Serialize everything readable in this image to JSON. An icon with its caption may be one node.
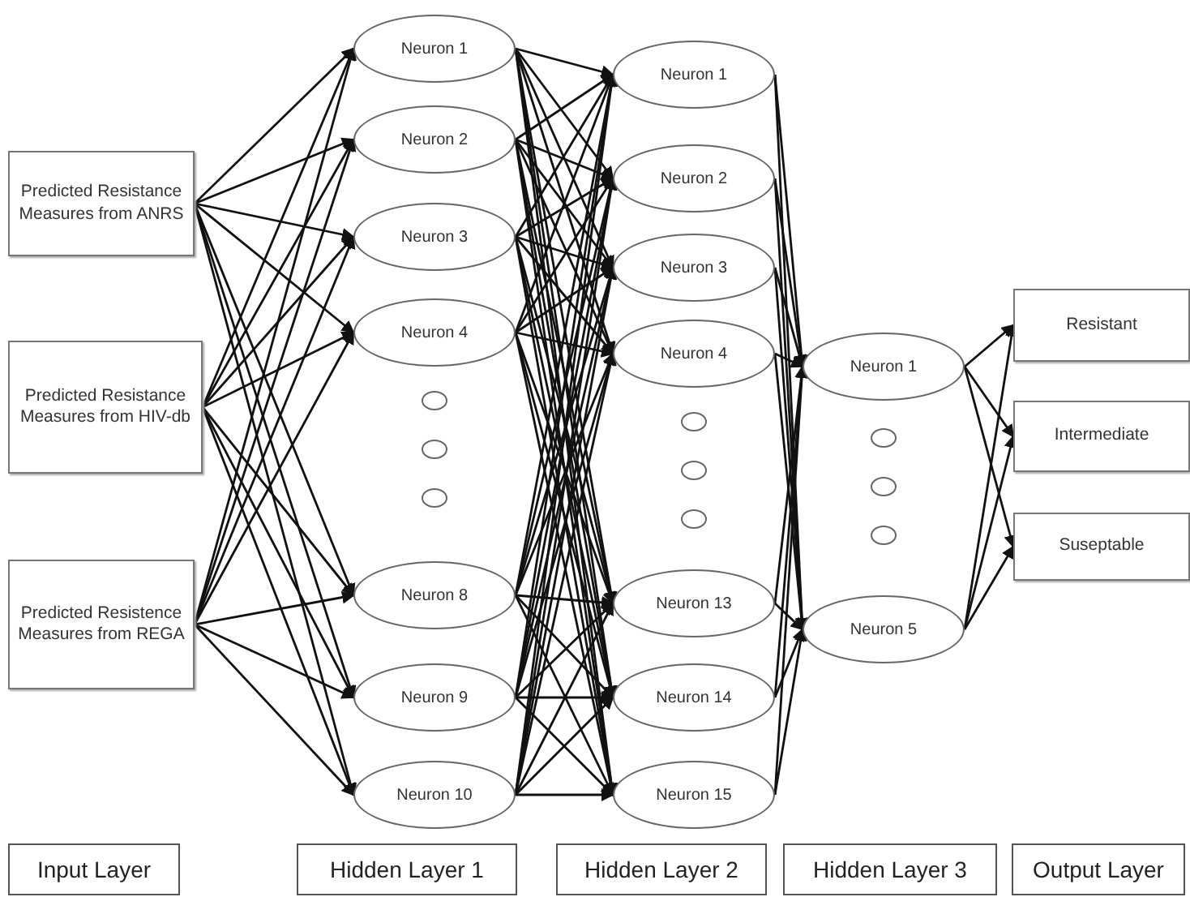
{
  "diagram": {
    "nodes": [
      {
        "text": [
          "Predicted Resistance Measures from ANRS"
        ]
      },
      {
        "text": [
          "Predicted Resistance Measures from HIV-db"
        ]
      },
      {
        "text": [
          "Predicted Resistence Measures from REGA"
        ]
      },
      {
        "text": [
          "Neuron 1"
        ]
      },
      {
        "text": [
          "Neuron 2"
        ]
      },
      {
        "text": [
          "Neuron 3"
        ]
      },
      {
        "text": [
          "Neuron 4"
        ]
      },
      {
        "text": [],
        "shape": "circle"
      },
      {
        "text": [],
        "shape": "circle"
      },
      {
        "text": [],
        "shape": "circle"
      },
      {
        "text": [
          "Neuron 8"
        ]
      },
      {
        "text": [
          "Neuron 9"
        ]
      },
      {
        "text": [
          "Neuron 10"
        ]
      },
      {
        "text": [
          "Neuron 1"
        ]
      },
      {
        "text": [
          "Neuron 2"
        ]
      },
      {
        "text": [
          "Neuron 3"
        ]
      },
      {
        "text": [
          "Neuron 4"
        ]
      },
      {
        "text": [],
        "shape": "circle"
      },
      {
        "text": [],
        "shape": "circle"
      },
      {
        "text": [],
        "shape": "circle"
      },
      {
        "text": [
          "Neuron 13"
        ]
      },
      {
        "text": [
          "Neuron 14"
        ]
      },
      {
        "text": [
          "Neuron 15"
        ]
      },
      {
        "text": [
          "Neuron 1"
        ]
      },
      {
        "text": [],
        "shape": "circle"
      },
      {
        "text": [],
        "shape": "circle"
      },
      {
        "text": [],
        "shape": "circle"
      },
      {
        "text": [
          "Neuron 5"
        ]
      },
      {
        "text": [
          "Resistant"
        ]
      },
      {
        "text": [
          "Intermediate"
        ]
      },
      {
        "text": [
          "Suseptable"
        ]
      },
      {
        "text": [
          "Input Layer"
        ]
      },
      {
        "text": [
          "Hidden Layer 1"
        ]
      },
      {
        "text": [
          "Hidden Layer 2"
        ]
      },
      {
        "text": [
          "Hidden Layer 3"
        ]
      },
      {
        "text": [
          "Output Layer"
        ]
      }
    ],
    "edges": [
      {
        "from": 0,
        "to": 3,
        "arrow": "to"
      },
      {
        "from": 0,
        "to": 4,
        "arrow": "to"
      },
      {
        "from": 0,
        "to": 5,
        "arrow": "to"
      },
      {
        "from": 0,
        "to": 6,
        "arrow": "to"
      },
      {
        "from": 0,
        "to": 10,
        "arrow": "to"
      },
      {
        "from": 0,
        "to": 11,
        "arrow": "to"
      },
      {
        "from": 0,
        "to": 12,
        "arrow": "to"
      },
      {
        "from": 1,
        "to": 3,
        "arrow": "to"
      },
      {
        "from": 1,
        "to": 4,
        "arrow": "to"
      },
      {
        "from": 1,
        "to": 5,
        "arrow": "to"
      },
      {
        "from": 1,
        "to": 6,
        "arrow": "to"
      },
      {
        "from": 1,
        "to": 10,
        "arrow": "to"
      },
      {
        "from": 1,
        "to": 11,
        "arrow": "to"
      },
      {
        "from": 1,
        "to": 12,
        "arrow": "to"
      },
      {
        "from": 2,
        "to": 3,
        "arrow": "to"
      },
      {
        "from": 2,
        "to": 4,
        "arrow": "to"
      },
      {
        "from": 2,
        "to": 5,
        "arrow": "to"
      },
      {
        "from": 2,
        "to": 6,
        "arrow": "to"
      },
      {
        "from": 2,
        "to": 10,
        "arrow": "to"
      },
      {
        "from": 2,
        "to": 11,
        "arrow": "to"
      },
      {
        "from": 2,
        "to": 12,
        "arrow": "to"
      },
      {
        "from": 3,
        "to": 13,
        "arrow": "to"
      },
      {
        "from": 3,
        "to": 14,
        "arrow": "to"
      },
      {
        "from": 3,
        "to": 15,
        "arrow": "to"
      },
      {
        "from": 3,
        "to": 16,
        "arrow": "to"
      },
      {
        "from": 3,
        "to": 20,
        "arrow": "to"
      },
      {
        "from": 3,
        "to": 21,
        "arrow": "to"
      },
      {
        "from": 3,
        "to": 22,
        "arrow": "to"
      },
      {
        "from": 4,
        "to": 13,
        "arrow": "to"
      },
      {
        "from": 4,
        "to": 14,
        "arrow": "to"
      },
      {
        "from": 4,
        "to": 15,
        "arrow": "to"
      },
      {
        "from": 4,
        "to": 16,
        "arrow": "to"
      },
      {
        "from": 4,
        "to": 20,
        "arrow": "to"
      },
      {
        "from": 4,
        "to": 21,
        "arrow": "to"
      },
      {
        "from": 4,
        "to": 22,
        "arrow": "to"
      },
      {
        "from": 5,
        "to": 13,
        "arrow": "to"
      },
      {
        "from": 5,
        "to": 14,
        "arrow": "to"
      },
      {
        "from": 5,
        "to": 15,
        "arrow": "to"
      },
      {
        "from": 5,
        "to": 16,
        "arrow": "to"
      },
      {
        "from": 5,
        "to": 20,
        "arrow": "to"
      },
      {
        "from": 5,
        "to": 21,
        "arrow": "to"
      },
      {
        "from": 5,
        "to": 22,
        "arrow": "to"
      },
      {
        "from": 6,
        "to": 13,
        "arrow": "to"
      },
      {
        "from": 6,
        "to": 14,
        "arrow": "to"
      },
      {
        "from": 6,
        "to": 15,
        "arrow": "to"
      },
      {
        "from": 6,
        "to": 16,
        "arrow": "to"
      },
      {
        "from": 6,
        "to": 20,
        "arrow": "to"
      },
      {
        "from": 6,
        "to": 21,
        "arrow": "to"
      },
      {
        "from": 6,
        "to": 22,
        "arrow": "to"
      },
      {
        "from": 10,
        "to": 13,
        "arrow": "to"
      },
      {
        "from": 10,
        "to": 14,
        "arrow": "to"
      },
      {
        "from": 10,
        "to": 15,
        "arrow": "to"
      },
      {
        "from": 10,
        "to": 16,
        "arrow": "to"
      },
      {
        "from": 10,
        "to": 20,
        "arrow": "to"
      },
      {
        "from": 10,
        "to": 21,
        "arrow": "to"
      },
      {
        "from": 10,
        "to": 22,
        "arrow": "to"
      },
      {
        "from": 11,
        "to": 13,
        "arrow": "to"
      },
      {
        "from": 11,
        "to": 14,
        "arrow": "to"
      },
      {
        "from": 11,
        "to": 15,
        "arrow": "to"
      },
      {
        "from": 11,
        "to": 16,
        "arrow": "to"
      },
      {
        "from": 11,
        "to": 20,
        "arrow": "to"
      },
      {
        "from": 11,
        "to": 21,
        "arrow": "to"
      },
      {
        "from": 11,
        "to": 22,
        "arrow": "to"
      },
      {
        "from": 12,
        "to": 13,
        "arrow": "to"
      },
      {
        "from": 12,
        "to": 14,
        "arrow": "to"
      },
      {
        "from": 12,
        "to": 15,
        "arrow": "to"
      },
      {
        "from": 12,
        "to": 16,
        "arrow": "to"
      },
      {
        "from": 12,
        "to": 20,
        "arrow": "to"
      },
      {
        "from": 12,
        "to": 21,
        "arrow": "to"
      },
      {
        "from": 12,
        "to": 22,
        "arrow": "to"
      },
      {
        "from": 13,
        "to": 23,
        "arrow": "to"
      },
      {
        "from": 13,
        "to": 27,
        "arrow": "to"
      },
      {
        "from": 14,
        "to": 23,
        "arrow": "to"
      },
      {
        "from": 14,
        "to": 27,
        "arrow": "to"
      },
      {
        "from": 15,
        "to": 23,
        "arrow": "to"
      },
      {
        "from": 15,
        "to": 27,
        "arrow": "to"
      },
      {
        "from": 16,
        "to": 23,
        "arrow": "to"
      },
      {
        "from": 16,
        "to": 27,
        "arrow": "to"
      },
      {
        "from": 20,
        "to": 23,
        "arrow": "to"
      },
      {
        "from": 20,
        "to": 27,
        "arrow": "to"
      },
      {
        "from": 21,
        "to": 23,
        "arrow": "to"
      },
      {
        "from": 21,
        "to": 27,
        "arrow": "to"
      },
      {
        "from": 22,
        "to": 23,
        "arrow": "to"
      },
      {
        "from": 22,
        "to": 27,
        "arrow": "to"
      },
      {
        "from": 23,
        "to": 28,
        "arrow": "to"
      },
      {
        "from": 23,
        "to": 29,
        "arrow": "to"
      },
      {
        "from": 23,
        "to": 30,
        "arrow": "to"
      },
      {
        "from": 27,
        "to": 28,
        "arrow": "to"
      },
      {
        "from": 27,
        "to": 29,
        "arrow": "to"
      },
      {
        "from": 27,
        "to": 30,
        "arrow": "to"
      }
    ]
  }
}
